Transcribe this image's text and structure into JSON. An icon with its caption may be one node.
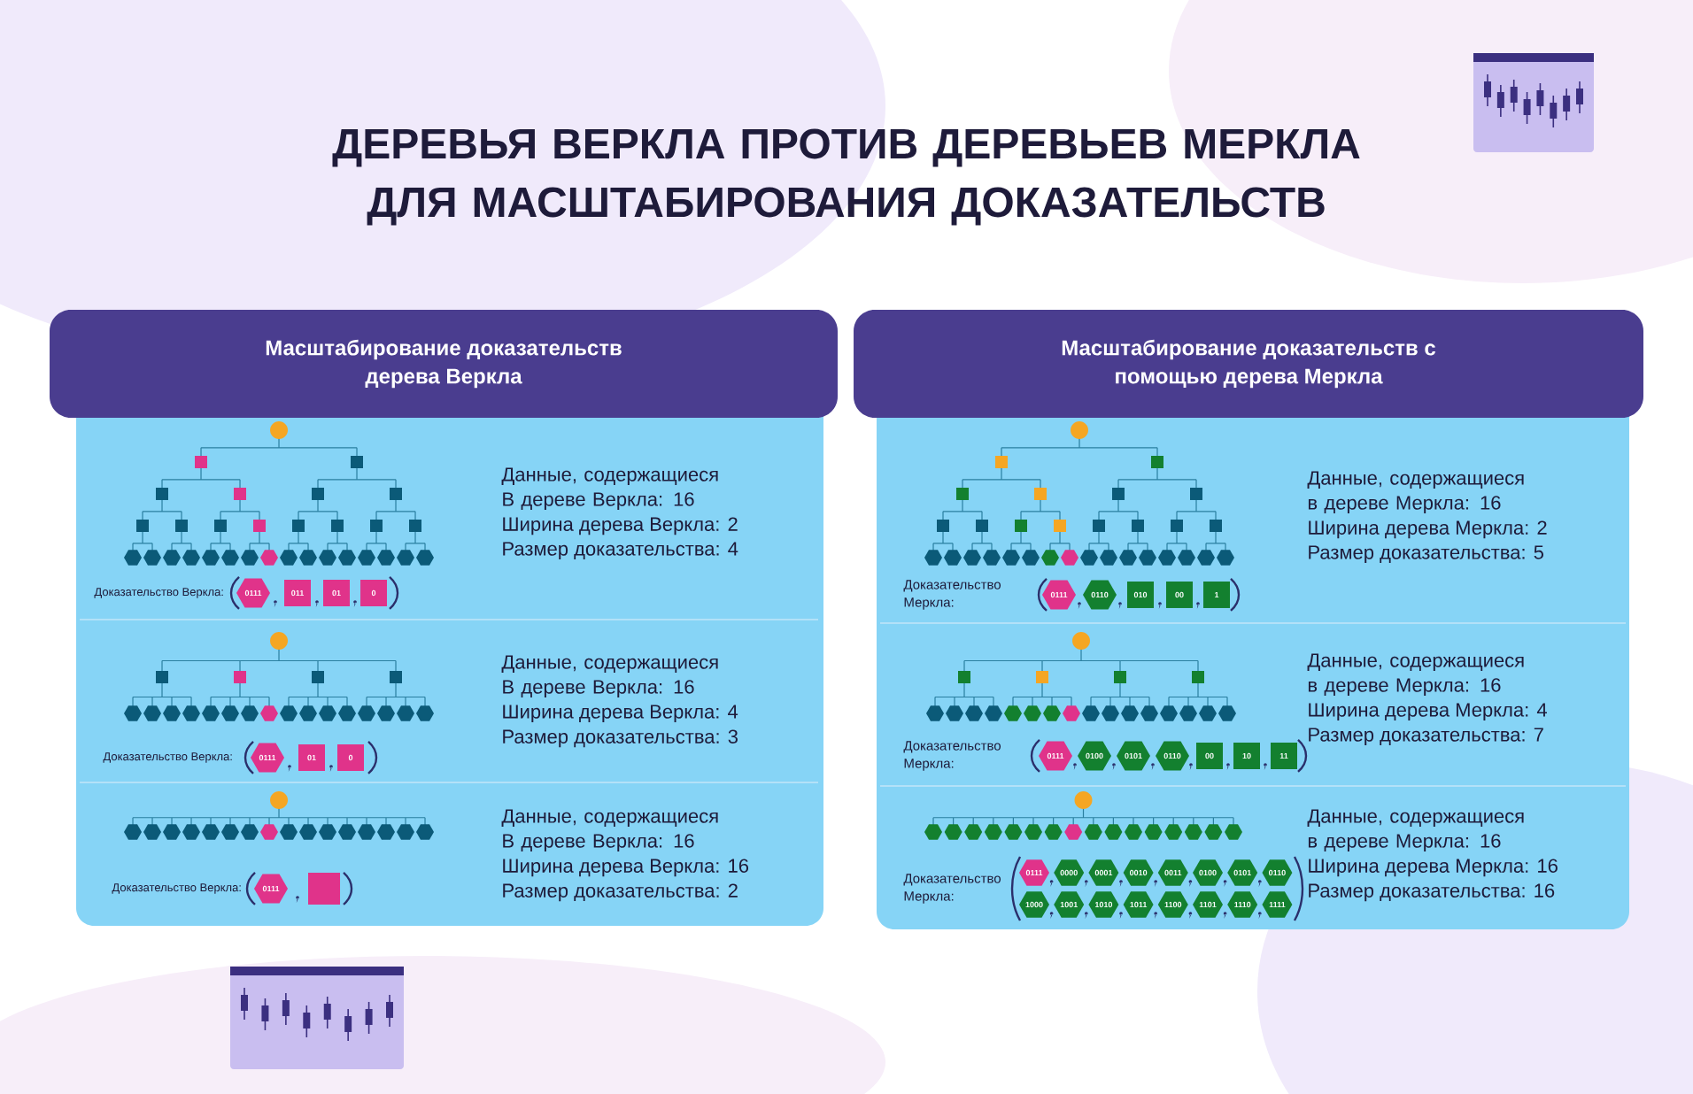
{
  "diagram": {
    "title": "ДЕРЕВЬЯ ВЕРКЛА ПРОТИВ ДЕРЕВЬЕВ МЕРКЛА ДЛЯ МАСШТАБИРОВАНИЯ ДОКАЗАТЕЛЬСТВ",
    "nodes": [
      {
        "text": [
          "Масштабирование доказательств дерева Веркла"
        ]
      },
      {
        "text": [
          "Масштабирование доказательств с помощью дерева Меркла"
        ]
      },
      {
        "text": [
          "0111"
        ],
        "in": 0
      },
      {
        "text": [
          "011"
        ],
        "in": 0
      },
      {
        "text": [
          "01"
        ],
        "in": 0
      },
      {
        "text": [
          "0"
        ],
        "in": 0
      },
      {
        "text": [
          "0111"
        ],
        "in": 0
      },
      {
        "text": [
          "01"
        ],
        "in": 0
      },
      {
        "text": [
          "0"
        ],
        "in": 0
      },
      {
        "text": [
          "0111"
        ],
        "in": 0
      },
      {
        "text": [],
        "shape": "box",
        "in": 0
      },
      {
        "text": [
          "0111"
        ],
        "in": 1
      },
      {
        "text": [
          "0110"
        ],
        "in": 1
      },
      {
        "text": [
          "010"
        ],
        "in": 1
      },
      {
        "text": [
          "00"
        ],
        "in": 1
      },
      {
        "text": [
          "1"
        ],
        "in": 1
      },
      {
        "text": [
          "0111"
        ],
        "in": 1
      },
      {
        "text": [
          "0100"
        ],
        "in": 1
      },
      {
        "text": [
          "0101"
        ],
        "in": 1
      },
      {
        "text": [
          "0110"
        ],
        "in": 1
      },
      {
        "text": [
          "00"
        ],
        "in": 1
      },
      {
        "text": [
          "10"
        ],
        "in": 1
      },
      {
        "text": [
          "11"
        ],
        "in": 1
      },
      {
        "text": [
          "0111"
        ],
        "in": 1
      },
      {
        "text": [
          "0000"
        ],
        "in": 1
      },
      {
        "text": [
          "0001"
        ],
        "in": 1
      },
      {
        "text": [
          "0010"
        ],
        "in": 1
      },
      {
        "text": [
          "0011"
        ],
        "in": 1
      },
      {
        "text": [
          "0100"
        ],
        "in": 1
      },
      {
        "text": [
          "0101"
        ],
        "in": 1
      },
      {
        "text": [
          "0110"
        ],
        "in": 1
      },
      {
        "text": [
          "1000"
        ],
        "in": 1
      },
      {
        "text": [
          "1001"
        ],
        "in": 1
      },
      {
        "text": [
          "1010"
        ],
        "in": 1
      },
      {
        "text": [
          "1011"
        ],
        "in": 1
      },
      {
        "text": [
          "1100"
        ],
        "in": 1
      },
      {
        "text": [
          "1101"
        ],
        "in": 1
      },
      {
        "text": [
          "1110"
        ],
        "in": 1
      },
      {
        "text": [
          "1111"
        ],
        "in": 1
      }
    ],
    "labels": [
      "Данные, содержащиеся В дереве Веркла: 16",
      "Ширина дерева Веркла: 2",
      "Размер доказательства: 4",
      "Доказательство Веркла:",
      "Данные, содержащиеся В дереве Веркла: 16",
      "Ширина дерева Веркла: 4",
      "Размер доказательства: 3",
      "Доказательство Веркла:",
      "Данные, содержащиеся В дереве Веркла: 16",
      "Ширина дерева Веркла: 16",
      "Размер доказательства: 2",
      "Доказательство Веркла:",
      "Данные, содержащиеся в дереве Меркла: 16",
      "Ширина дерева Меркла: 2",
      "Размер доказательства: 5",
      "Доказательство Меркла:",
      "Данные, содержащиеся в дереве Меркла: 16",
      "Ширина дерева Меркла: 4",
      "Размер доказательства: 7",
      "Доказательство Меркла:",
      "Данные, содержащиеся в дереве Меркла: 16",
      "Ширина дерева Меркла: 16",
      "Размер доказательства: 16",
      "Доказательство Меркла:"
    ]
  }
}
